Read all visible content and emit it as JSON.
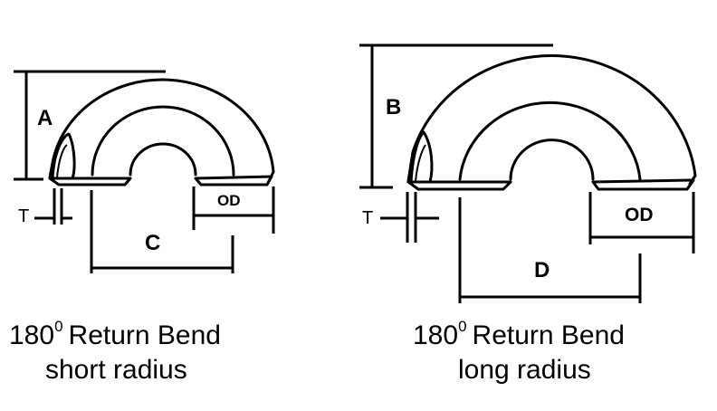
{
  "short_radius": {
    "label_height": "A",
    "label_thickness": "T",
    "label_center": "C",
    "label_od": "OD",
    "caption": {
      "number": "180",
      "degree_mark": "0",
      "title": "Return Bend",
      "subtitle": "short radius"
    }
  },
  "long_radius": {
    "label_height": "B",
    "label_thickness": "T",
    "label_center": "D",
    "label_od": "OD",
    "caption": {
      "number": "180",
      "degree_mark": "0",
      "title": "Return Bend",
      "subtitle": "long radius"
    }
  }
}
